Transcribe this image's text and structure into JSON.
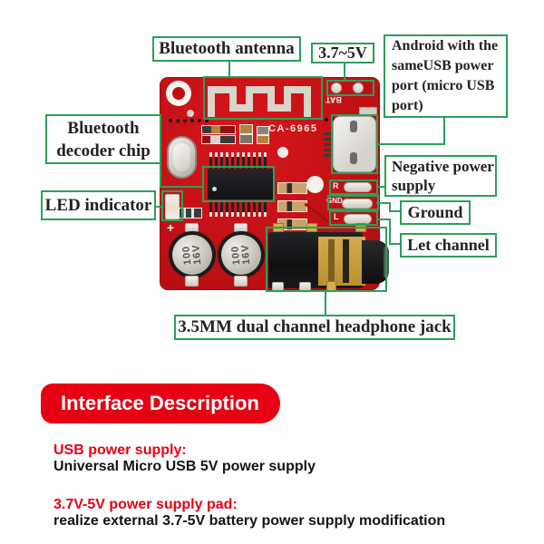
{
  "colors": {
    "accent_green": "#2aa05a",
    "banner_red": "#e60014",
    "pcb_red": "#c9121a"
  },
  "callouts": {
    "antenna": {
      "label": "Bluetooth antenna"
    },
    "voltage": {
      "label": "3.7~5V"
    },
    "android": {
      "lines": [
        "Android with the",
        "sameUSB power",
        "port (micro USB",
        "port)"
      ]
    },
    "decoder": {
      "lines": [
        "Bluetooth",
        "decoder chip"
      ]
    },
    "led": {
      "label": "LED indicator"
    },
    "negative": {
      "lines": [
        "Negative power",
        "supply"
      ]
    },
    "ground": {
      "label": "Ground"
    },
    "left_channel": {
      "label": "Let channel"
    },
    "jack": {
      "label": "3.5MM dual channel headphone jack"
    }
  },
  "board": {
    "model": "CA-6965",
    "bat": "BAT",
    "pads": {
      "r": "R",
      "gnd": "GND",
      "l": "L"
    },
    "cap": {
      "value": "100",
      "voltage": "16V"
    },
    "plus": "+"
  },
  "info": {
    "banner": "Interface Description",
    "items": [
      {
        "heading": "USB power supply:",
        "body": "Universal Micro USB 5V power supply"
      },
      {
        "heading": "3.7V-5V power supply pad:",
        "body": "realize external 3.7-5V battery power supply modification"
      }
    ]
  }
}
